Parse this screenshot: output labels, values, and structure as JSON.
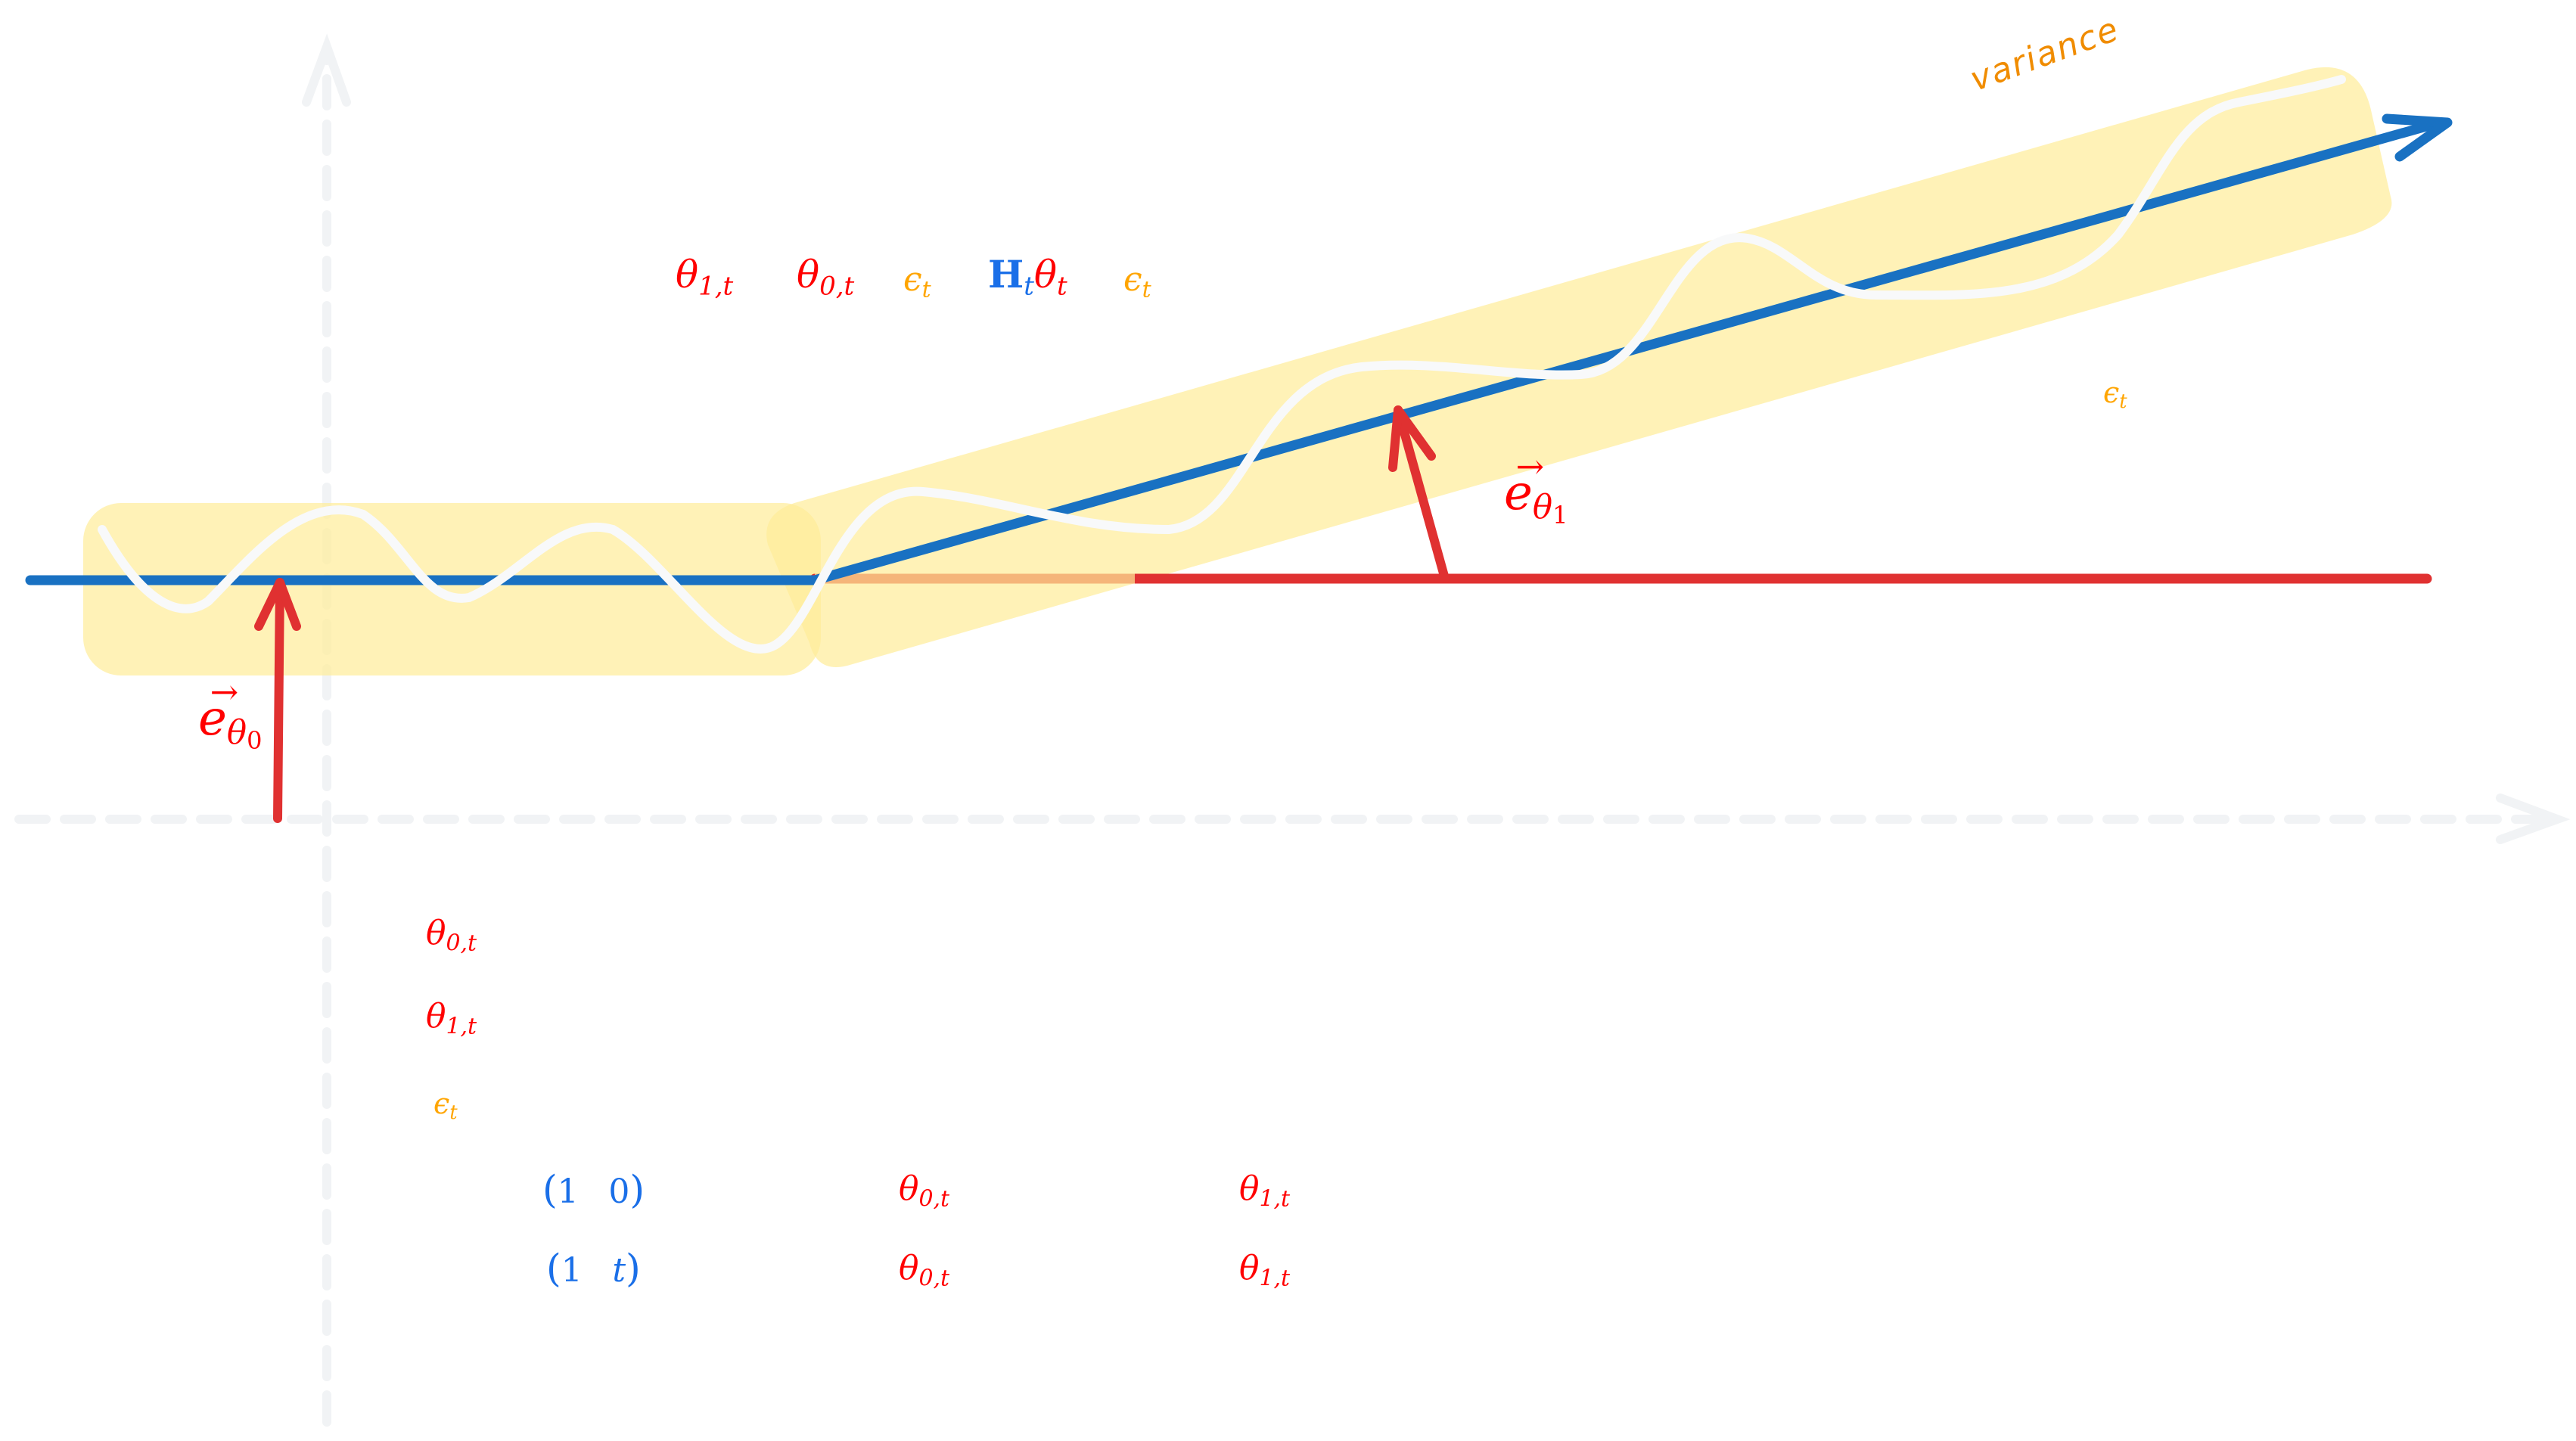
{
  "diagram": {
    "title_annotation": "variance",
    "colors": {
      "trend_line": "#1971c2",
      "baseline": "#e03131",
      "variance_band": "#ffec99",
      "noise_wave": "#f8f9fa",
      "axis": "#f1f3f5",
      "annotation_text": "#f08c00",
      "math_red": "#ff0000",
      "math_orange": "#ffa500",
      "math_blue": "#1a6fe8"
    },
    "axes": {
      "x_axis": "horizontal dashed axis with arrow",
      "y_axis": "vertical dashed axis with arrow"
    },
    "vectors": {
      "e_theta0": {
        "base": "e",
        "subscript": "θ",
        "subsubscript": "0",
        "arrow": "→"
      },
      "e_theta1": {
        "base": "e",
        "subscript": "θ",
        "subsubscript": "1",
        "arrow": "→"
      }
    },
    "top_formula": [
      {
        "sym": "θ",
        "sub": "1,t",
        "color": "red"
      },
      {
        "sym": "θ",
        "sub": "0,t",
        "color": "red"
      },
      {
        "sym": "ϵ",
        "sub": "t",
        "color": "orange"
      },
      {
        "sym": "H",
        "sub": "t",
        "tail": "θ",
        "tail_sub": "t",
        "color": "blue"
      },
      {
        "sym": "ϵ",
        "sub": "t",
        "color": "orange"
      }
    ],
    "right_label": {
      "sym": "ϵ",
      "sub": "t"
    },
    "legend_list": [
      {
        "sym": "θ",
        "sub": "0,t"
      },
      {
        "sym": "θ",
        "sub": "1,t"
      },
      {
        "sym": "ϵ",
        "sub": "t"
      }
    ],
    "matrix_rows": [
      {
        "open": "(",
        "a": "1",
        "b": "0",
        "close": ")",
        "theta0": "θ",
        "theta0_sub": "0,t",
        "theta1": "θ",
        "theta1_sub": "1,t"
      },
      {
        "open": "(",
        "a": "1",
        "b": "t",
        "close": ")",
        "theta0": "θ",
        "theta0_sub": "0,t",
        "theta1": "θ",
        "theta1_sub": "1,t"
      }
    ]
  }
}
